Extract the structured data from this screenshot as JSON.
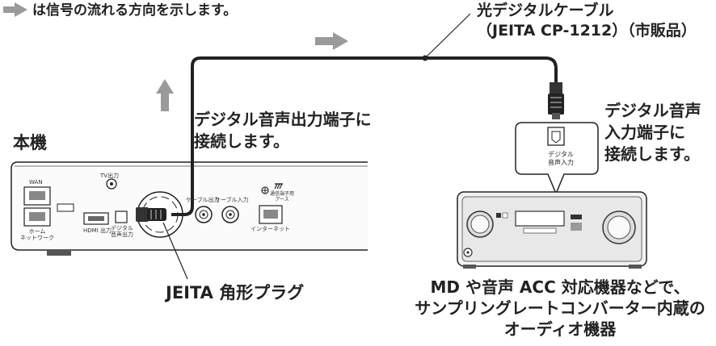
{
  "legend": {
    "text": "は信号の流れる方向を示します。",
    "arrow_icon": "right-arrow-icon"
  },
  "cable": {
    "title": "光デジタルケーブル",
    "subtitle": "（JEITA CP-1212）（市販品）"
  },
  "connect_instruction": "デジタル音声出力端子に\n接続します。",
  "main_unit": {
    "label": "本機",
    "ports": {
      "wan": "WAN",
      "home_network": "ホーム\nネットワーク",
      "tv_out": "TV出力",
      "hdmi_out": "HDMI 出力",
      "digital_audio_out": "デジタル\n音声出力",
      "cable_out": "ケーブル出力",
      "cable_in": "ケーブル入力",
      "ground": "通信端子用\nアース",
      "internet": "インターネット"
    }
  },
  "plug_label": "JEITA 角形プラグ",
  "receiver_jack_text": "デジタル\n音声入力",
  "receiver_instruction": "デジタル音声\n入力端子に\n接続します。",
  "av_device_caption": "MD や音声 ACC 対応機器などで、\nサンプリングレートコンバーター内蔵の\nオーディオ機器",
  "colors": {
    "arrow": "#9a9a9a",
    "line": "#222222"
  }
}
